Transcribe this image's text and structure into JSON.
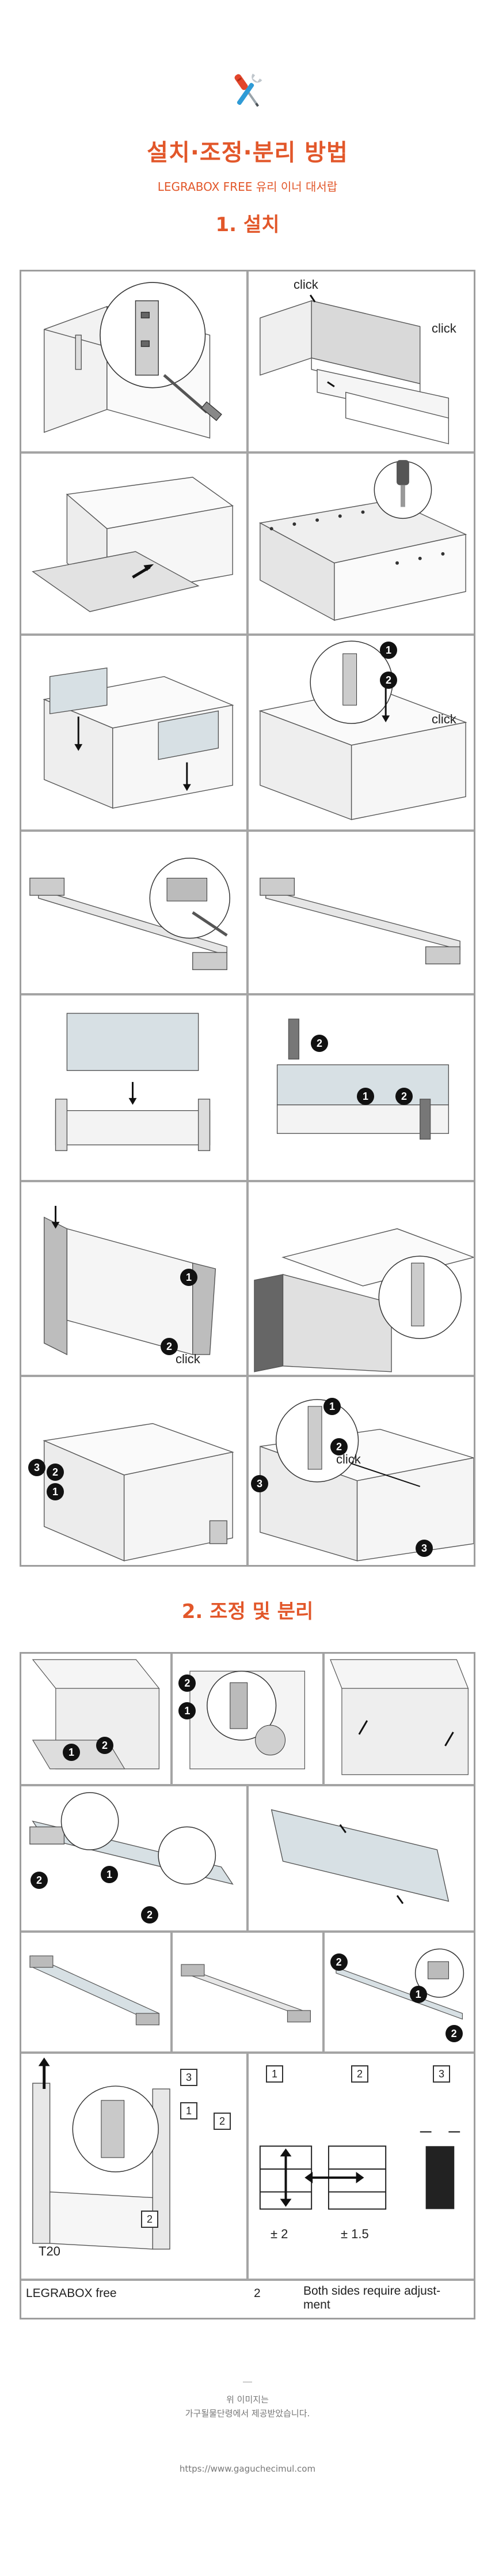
{
  "header": {
    "tools_icon": "screwdriver-wrench-icon",
    "title": "설치·조정·분리 방법",
    "subtitle": "LEGRABOX FREE 유리 이너 대서랍",
    "accent_color": "#e2572a"
  },
  "section1": {
    "title": "1. 설치",
    "labels": {
      "click_a": "click",
      "click_b": "click",
      "click_c": "click",
      "click_d": "click",
      "click_e": "click"
    },
    "badges": {
      "b1": "1",
      "b2": "2",
      "c1": "2",
      "c2": "1",
      "c3": "2",
      "d1": "1",
      "d2": "2",
      "e1": "3",
      "e2": "2",
      "e3": "1",
      "f1": "1",
      "f2": "2",
      "f3": "3",
      "f4": "3"
    }
  },
  "section2": {
    "title": "2. 조정 및 분리",
    "badges": {
      "a1": "1",
      "a2": "2",
      "a3": "2",
      "a4": "1",
      "b1": "2",
      "b2": "1",
      "b3": "2",
      "c1": "2",
      "c2": "1",
      "c3": "2"
    },
    "boxes": {
      "n1": "3",
      "n2": "1",
      "n3": "2",
      "n4": "2",
      "k1": "1",
      "k2": "2",
      "k3": "3"
    },
    "tool_label": "T20",
    "adjust_a": "± 2",
    "adjust_b": "± 1.5",
    "footer": {
      "product": "LEGRABOX free",
      "number": "2",
      "note": "Both sides require adjust-\nment"
    }
  },
  "footer": {
    "credit_line1": "위 이미지는",
    "credit_line2": "가구될물단령에서 제공받았습니다.",
    "url": "https://www.gaguchecimul.com"
  }
}
